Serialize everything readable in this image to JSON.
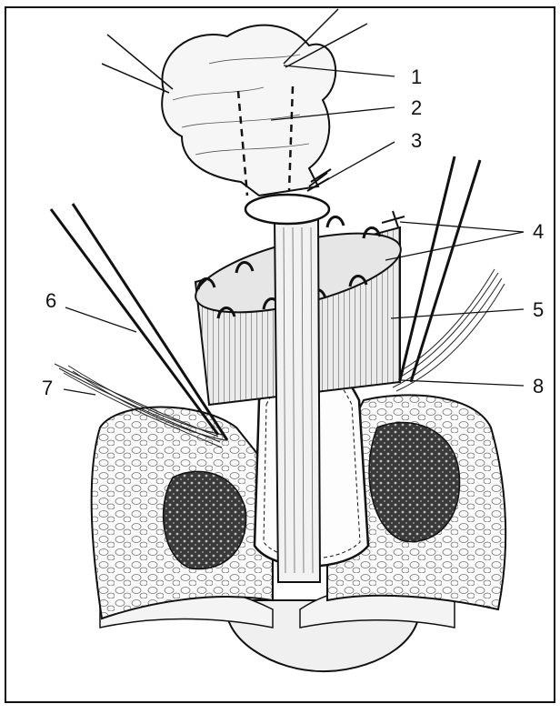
{
  "figure": {
    "labels": [
      {
        "id": "1",
        "text": "1"
      },
      {
        "id": "2",
        "text": "2"
      },
      {
        "id": "3",
        "text": "3"
      },
      {
        "id": "4",
        "text": "4"
      },
      {
        "id": "5",
        "text": "5"
      },
      {
        "id": "6",
        "text": "6"
      },
      {
        "id": "7",
        "text": "7"
      },
      {
        "id": "8",
        "text": "8"
      }
    ]
  },
  "colors": {
    "ink": "#111111",
    "paper": "#ffffff",
    "fat": "#f4f4f4",
    "muscle": "#d9d9d9",
    "dark_tissue": "#555555"
  }
}
